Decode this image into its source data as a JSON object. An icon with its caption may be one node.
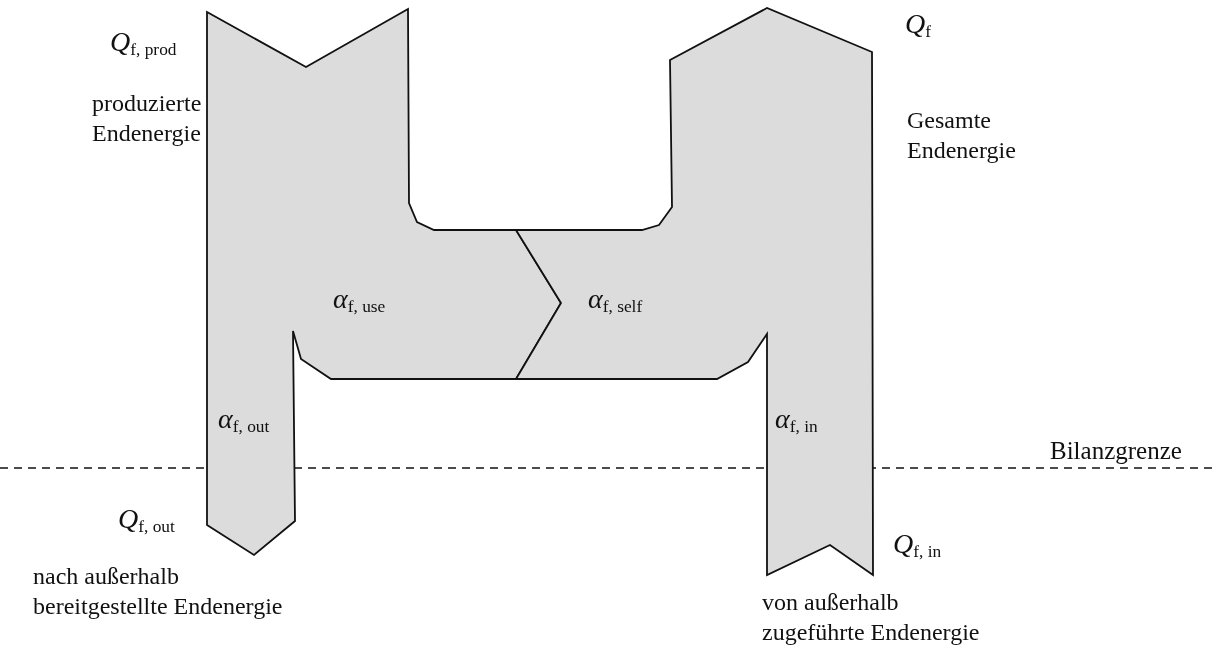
{
  "diagram": {
    "nodes": [
      {
        "text": [
          "*α*$_{f, use}$",
          "*α*$_{f, out}$"
        ],
        "beside": [
          "*Q*$_{f, prod}$",
          "produzierte Endenergie",
          "*Q*$_{f, out}$",
          "nach außerhalb bereitgestellte Endenergie"
        ]
      },
      {
        "text": [
          "*α*$_{f, self}$",
          "*α*$_{f, in}$"
        ],
        "beside": [
          "*Q*$_{f}$",
          "Gesamte Endenergie",
          "*Q*$_{f, in}$",
          "von außerhalb zugeführte Endenergie"
        ]
      }
    ],
    "labels": [
      "Bilanzgrenze"
    ]
  }
}
